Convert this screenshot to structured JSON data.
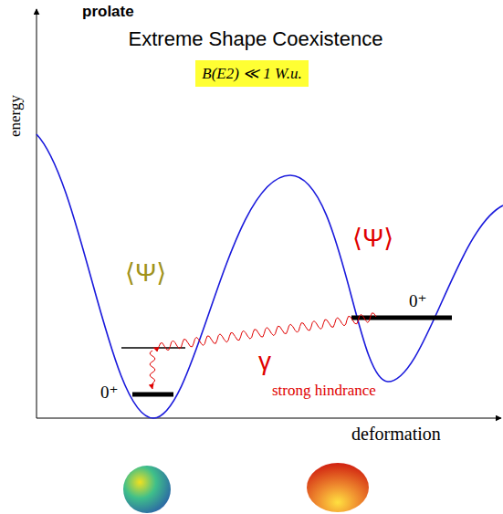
{
  "diagram": {
    "title": "Extreme Shape Coexistence",
    "nodes": [
      {
        "text": [
          "B(E2) ≪ 1 W.u."
        ]
      }
    ],
    "labels": [
      "prolate",
      "energy",
      "⟨Ψ⟩",
      "⟨Ψ⟩",
      "0⁺",
      "0⁺",
      "γ",
      "strong hindrance",
      "deformation"
    ]
  }
}
